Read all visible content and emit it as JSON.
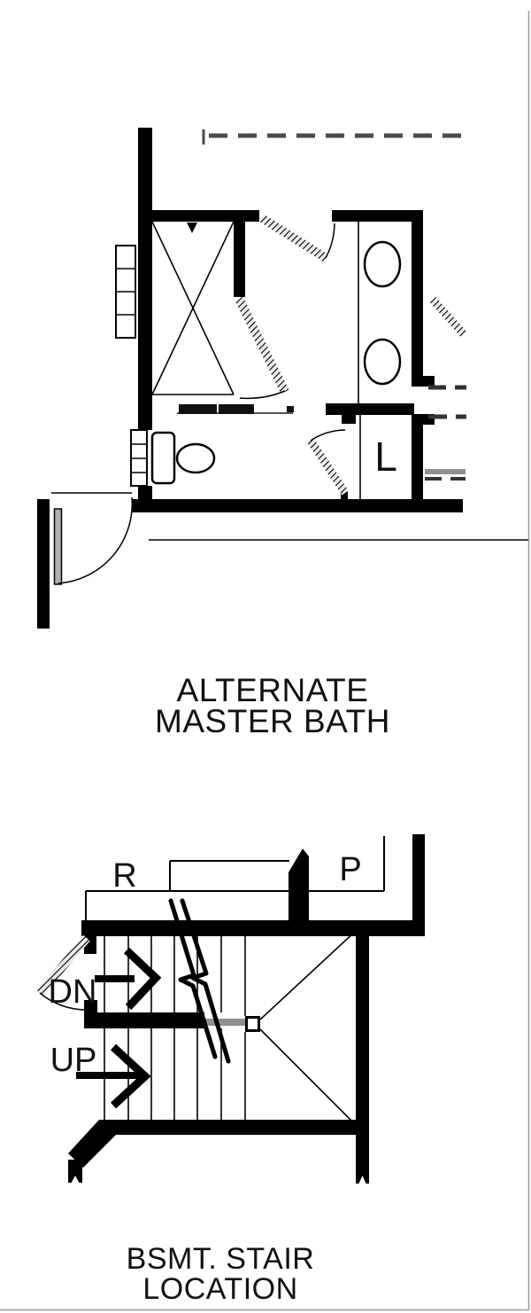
{
  "drawing": {
    "background": "#ffffff",
    "ink": "#000000",
    "gray": "#909090",
    "door_gray": "#b0b0b0",
    "border_gray": "#9a9a9a",
    "bath": {
      "title_line1": "ALTERNATE",
      "title_line2": "MASTER BATH",
      "linen_label": "L"
    },
    "stair": {
      "title_line1": "BSMT. STAIR",
      "title_line2": "LOCATION",
      "label_r": "R",
      "label_p": "P",
      "down_label": "DN",
      "up_label": "UP"
    }
  }
}
